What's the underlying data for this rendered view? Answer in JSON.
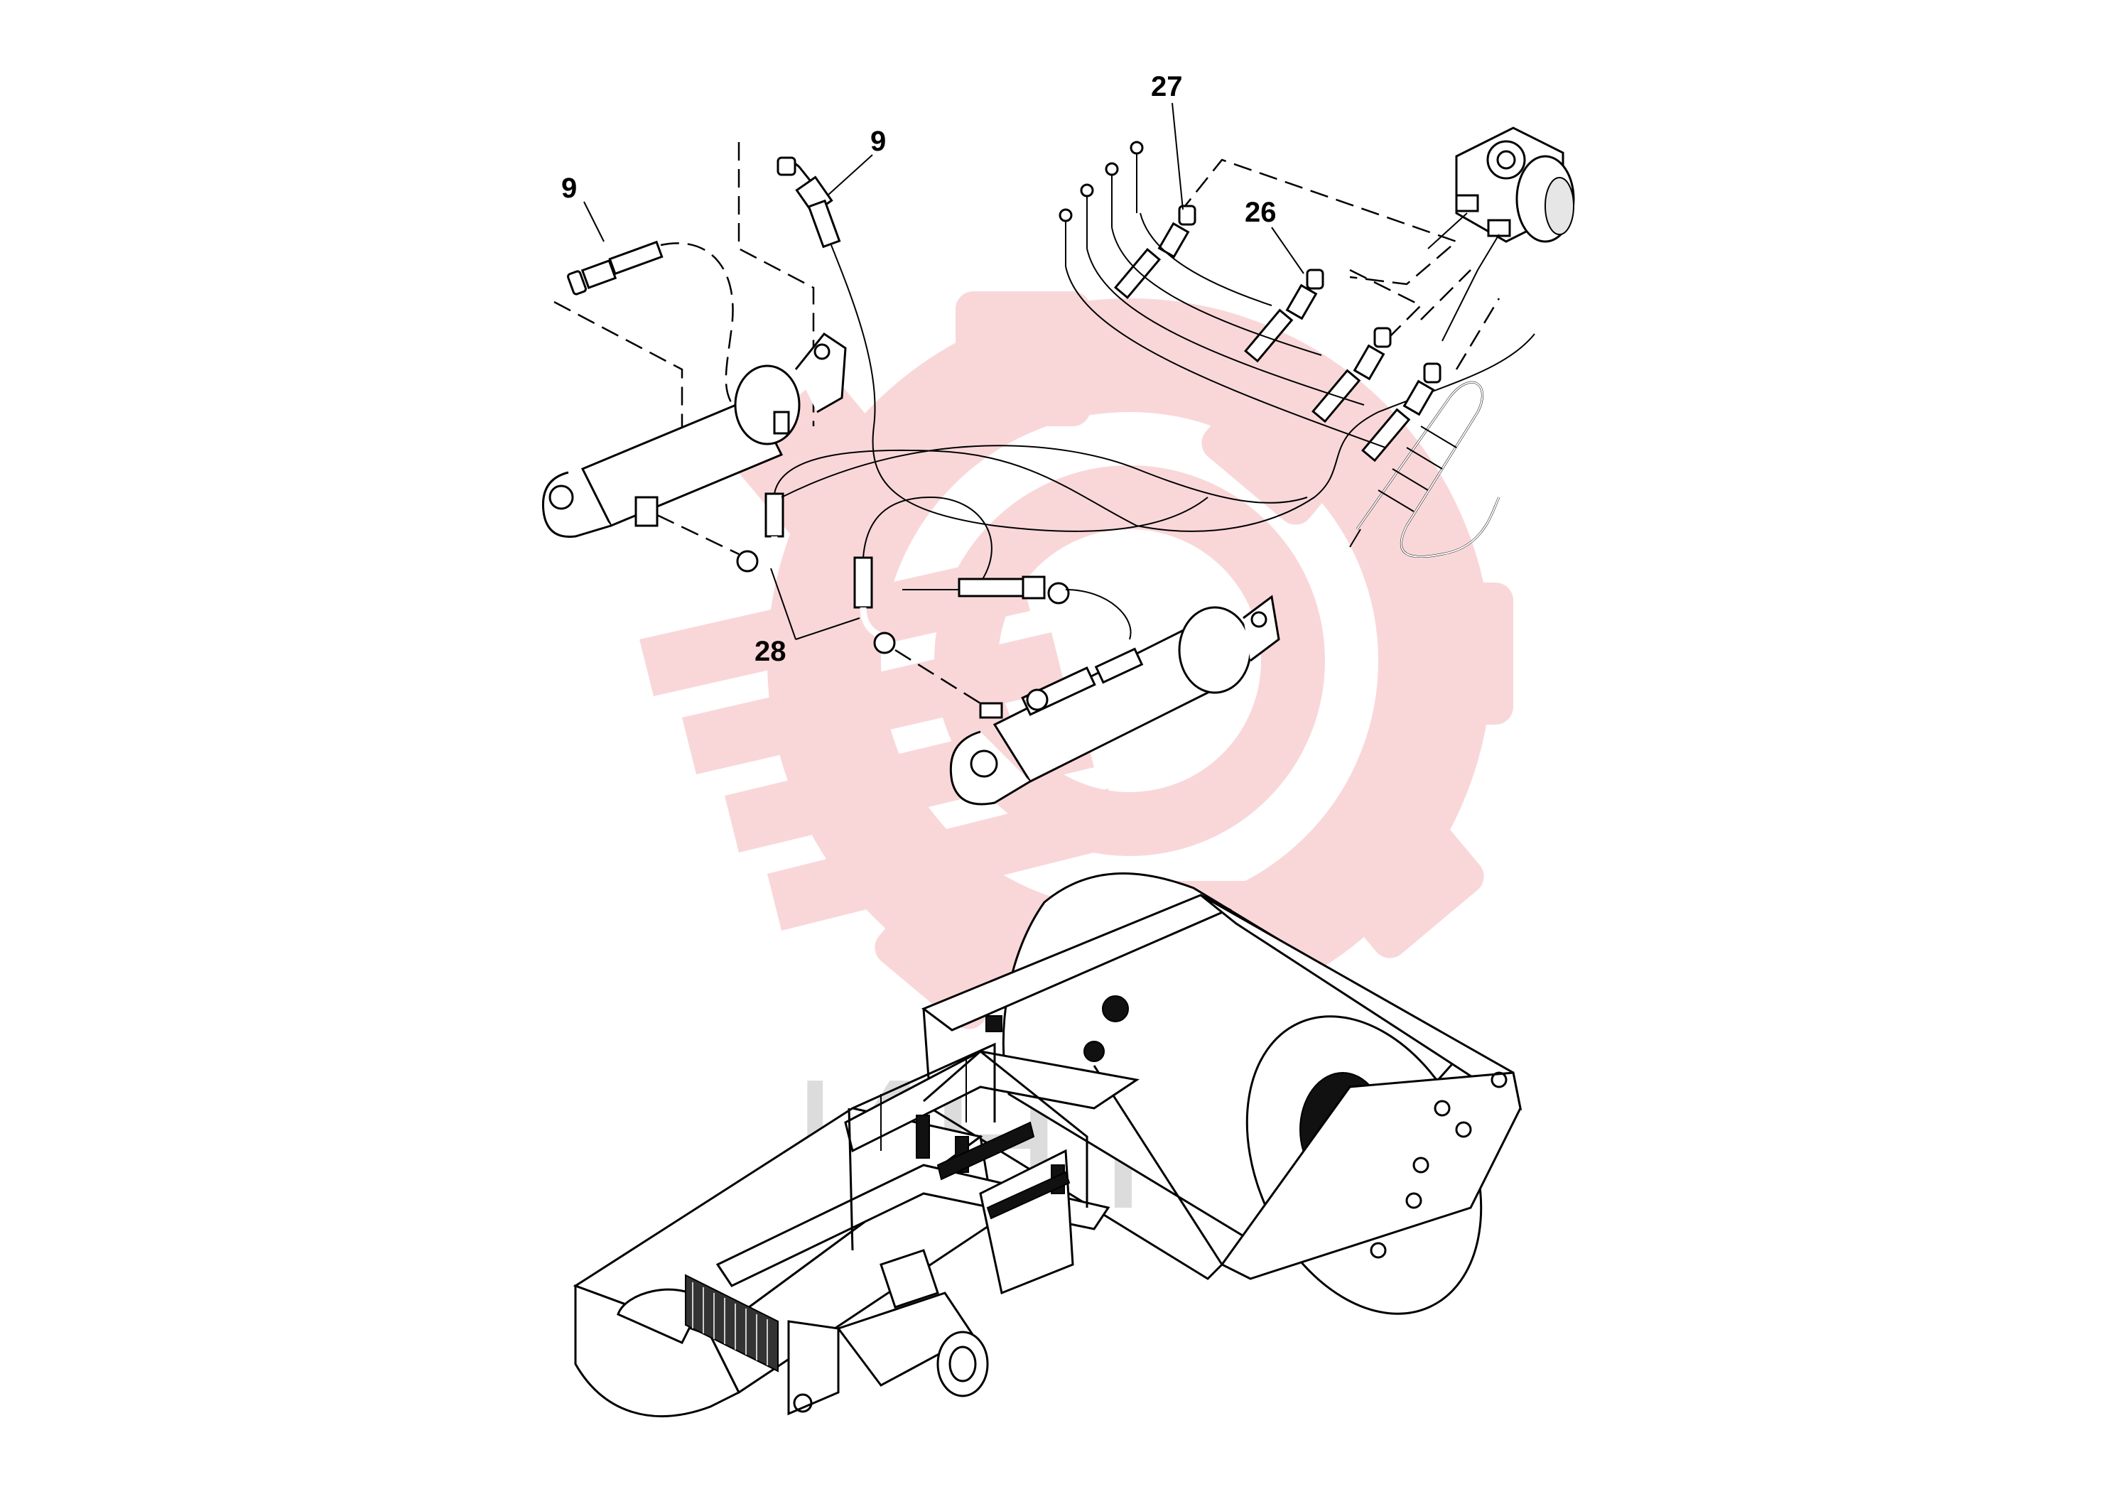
{
  "callouts": [
    {
      "id": "9a",
      "label": "9"
    },
    {
      "id": "9b",
      "label": "9"
    },
    {
      "id": "27",
      "label": "27"
    },
    {
      "id": "26",
      "label": "26"
    },
    {
      "id": "28",
      "label": "28"
    }
  ],
  "watermark": {
    "text": "ИНТЕХ",
    "color": "#f7c5c8"
  },
  "colors": {
    "line": "#000000",
    "background": "#ffffff",
    "watermark_gear": "#f9d3d5"
  }
}
